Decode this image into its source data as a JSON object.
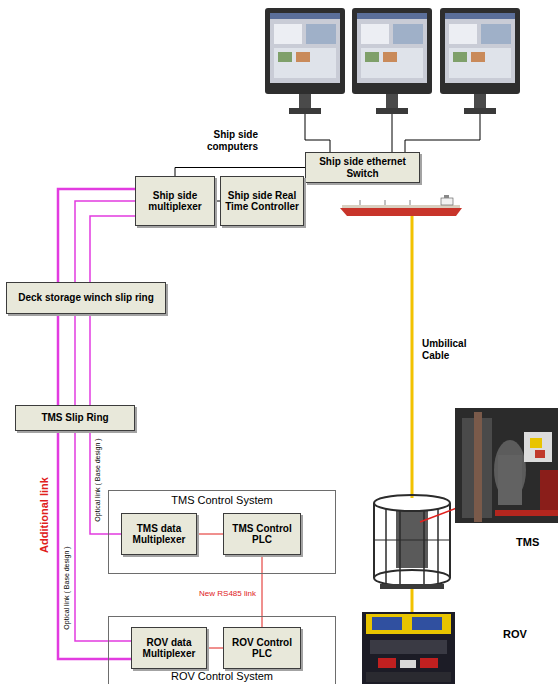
{
  "diagram": {
    "nodes": [
      {
        "text": [
          "Ship side computers"
        ]
      },
      {
        "text": [
          "Ship side ethernet Switch"
        ]
      },
      {
        "text": [
          "Ship side multiplexer"
        ]
      },
      {
        "text": [
          "Ship side Real Time Controller"
        ]
      },
      {
        "text": [
          "Deck storage winch slip ring"
        ]
      },
      {
        "text": [
          "TMS Slip Ring"
        ]
      },
      {
        "text": [
          "TMS Control System"
        ]
      },
      {
        "text": [
          "TMS data Multiplexer"
        ],
        "in": 6
      },
      {
        "text": [
          "TMS Control PLC"
        ],
        "in": 6
      },
      {
        "text": [
          "ROV Control System"
        ]
      },
      {
        "text": [
          "ROV data Multiplexer"
        ],
        "in": 9
      },
      {
        "text": [
          "ROV Control PLC"
        ],
        "in": 9
      }
    ],
    "edges": [
      {
        "from": 0,
        "to": 1,
        "arrow": "none"
      },
      {
        "from": 1,
        "to": 2,
        "arrow": "none"
      },
      {
        "from": 2,
        "to": 3,
        "arrow": "none"
      },
      {
        "from": 2,
        "to": 4,
        "arrow": "none"
      },
      {
        "from": 2,
        "to": 4,
        "arrow": "none"
      },
      {
        "from": 2,
        "to": 4,
        "arrow": "none"
      },
      {
        "from": 4,
        "to": 5,
        "arrow": "none"
      },
      {
        "from": 4,
        "to": 5,
        "arrow": "none"
      },
      {
        "from": 4,
        "to": 5,
        "arrow": "none"
      },
      {
        "from": 5,
        "to": 7,
        "label": "Optical link ( Base design )",
        "arrow": "none"
      },
      {
        "from": 5,
        "to": 10,
        "label": "Optical link ( Base design )",
        "arrow": "none"
      },
      {
        "from": 5,
        "to": 10,
        "label": "Additional link",
        "arrow": "none"
      },
      {
        "from": 7,
        "to": 8,
        "arrow": "none"
      },
      {
        "from": 8,
        "to": 11,
        "label": "New RS485 link",
        "arrow": "none"
      },
      {
        "from": 10,
        "to": 11,
        "arrow": "none"
      }
    ],
    "labels": [
      "Umbilical Cable",
      "TMS",
      "ROV"
    ]
  }
}
